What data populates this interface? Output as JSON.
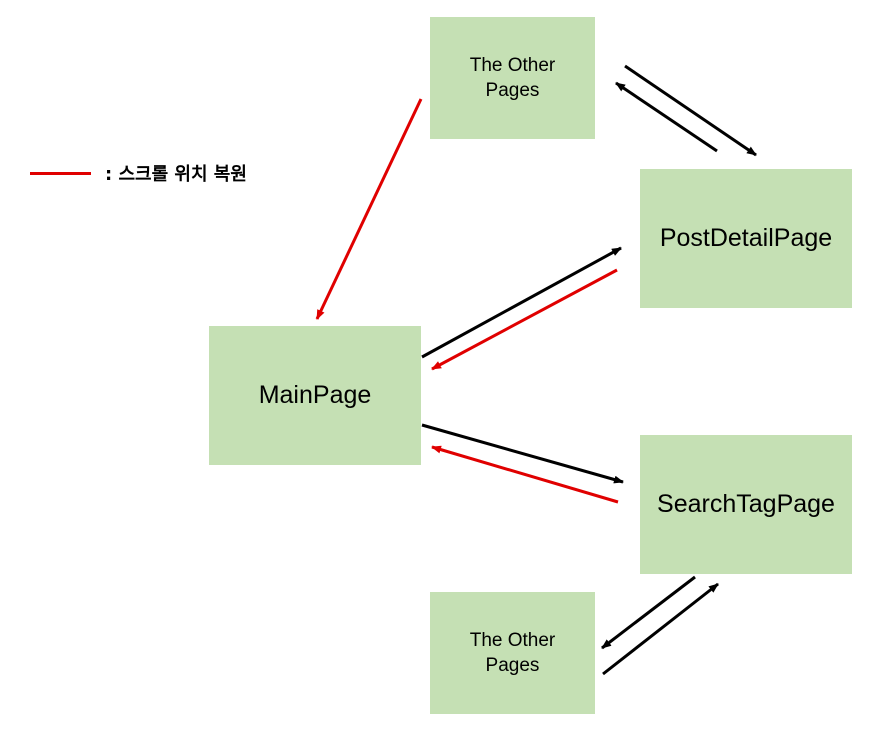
{
  "legend": {
    "label": ": 스크롤 위치 복원",
    "color": "#e00000"
  },
  "colors": {
    "node_fill": "#c5e0b4",
    "navigation_arrow": "#000000",
    "scroll_restore_arrow": "#e00000"
  },
  "nodes": {
    "other_top": {
      "line1": "The Other",
      "line2": "Pages"
    },
    "post_detail": {
      "label": "PostDetailPage"
    },
    "main": {
      "label": "MainPage"
    },
    "search_tag": {
      "label": "SearchTagPage"
    },
    "other_bottom": {
      "line1": "The Other",
      "line2": "Pages"
    }
  },
  "edges": [
    {
      "from": "main",
      "to": "post_detail",
      "kind": "navigate"
    },
    {
      "from": "post_detail",
      "to": "main",
      "kind": "scroll-restore"
    },
    {
      "from": "main",
      "to": "search_tag",
      "kind": "navigate"
    },
    {
      "from": "search_tag",
      "to": "main",
      "kind": "scroll-restore"
    },
    {
      "from": "other_top",
      "to": "main",
      "kind": "scroll-restore"
    },
    {
      "from": "other_top",
      "to": "post_detail",
      "kind": "navigate"
    },
    {
      "from": "post_detail",
      "to": "other_top",
      "kind": "navigate"
    },
    {
      "from": "search_tag",
      "to": "other_bottom",
      "kind": "navigate"
    },
    {
      "from": "other_bottom",
      "to": "search_tag",
      "kind": "navigate"
    }
  ]
}
